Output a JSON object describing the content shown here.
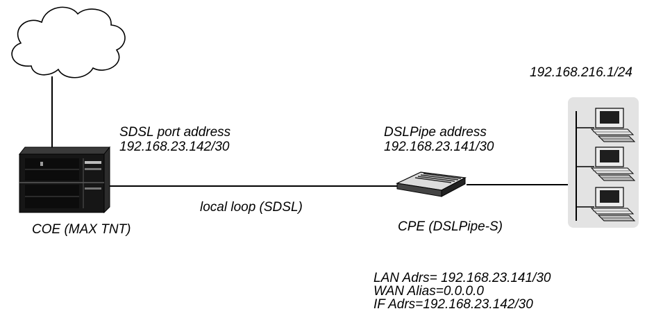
{
  "labels": {
    "lan_subnet": "192.168.216.1/24",
    "sdsl_port_title": "SDSL port address",
    "sdsl_port_ip": "192.168.23.142/30",
    "dslpipe_title": "DSLPipe address",
    "dslpipe_ip": "192.168.23.141/30",
    "local_loop": "local loop (SDSL)",
    "coe": "COE (MAX TNT)",
    "cpe": "CPE (DSLPipe-S)"
  },
  "config": [
    "LAN Adrs= 192.168.23.141/30",
    "WAN Alias=0.0.0.0",
    "IF Adrs=192.168.23.142/30"
  ],
  "icons": {
    "cloud": "cloud-icon",
    "coe": "max-tnt-chassis-icon",
    "cpe": "dslpipe-modem-icon",
    "pc": "desktop-computer-icon"
  },
  "colors": {
    "lan_panel": "#e3e3e3",
    "chassis": "#161616",
    "line": "#000000"
  }
}
